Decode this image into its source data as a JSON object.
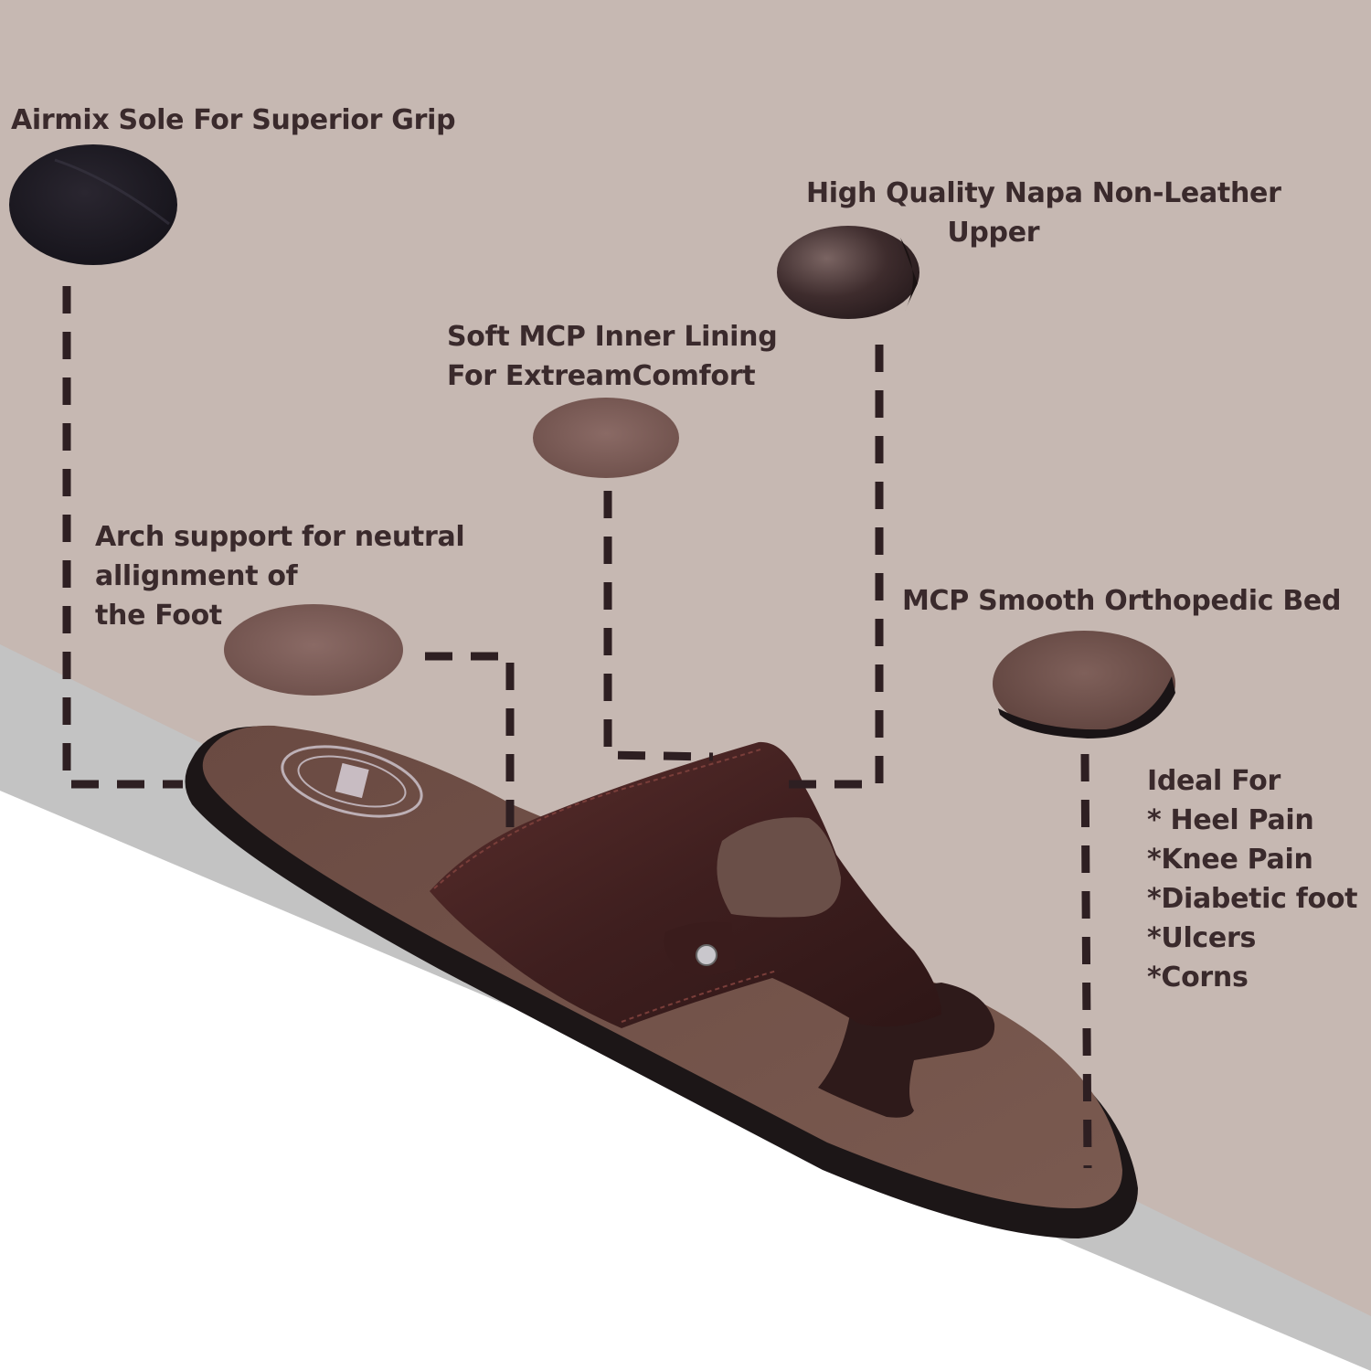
{
  "colors": {
    "wall": "#c6b8b2",
    "floor_grey": "#c3c3c3",
    "floor_white": "#ffffff",
    "text": "#3a2a2c",
    "dash": "#2e1f22",
    "sole": "#1c1617",
    "footbed": "#6e4f46",
    "upper": "#4a2423"
  },
  "features": {
    "airmix": {
      "lines": [
        "Airmix Sole For Superior Grip"
      ]
    },
    "napa": {
      "lines": [
        "High Quality Napa Non-Leather",
        "Upper"
      ]
    },
    "lining": {
      "lines": [
        "Soft MCP Inner Lining",
        "For ExtreamComfort"
      ]
    },
    "arch": {
      "lines": [
        "Arch support for neutral",
        "allignment of",
        "the Foot"
      ]
    },
    "bed": {
      "lines": [
        "MCP Smooth Orthopedic Bed"
      ]
    }
  },
  "ideal_for": {
    "heading": "Ideal For",
    "items": [
      "* Heel Pain",
      "*Knee Pain",
      "*Diabetic foot",
      "*Ulcers",
      "*Corns"
    ]
  }
}
